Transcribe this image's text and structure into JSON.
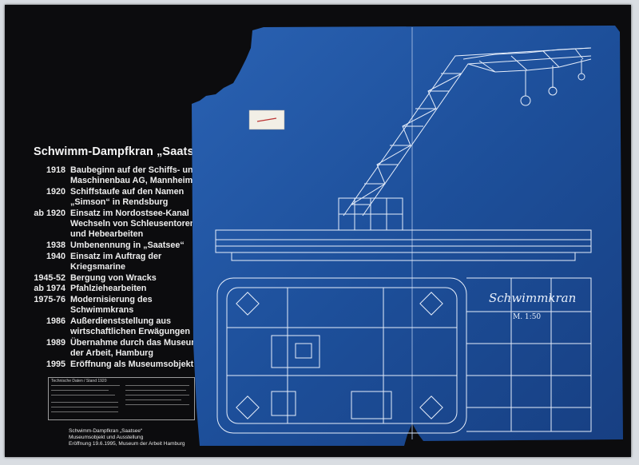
{
  "poster": {
    "title": "Schwimm-Dampfkran „Saatsee“",
    "timeline": [
      {
        "year": "1918",
        "text": "Baubeginn auf der Schiffs- und Maschinenbau AG, Mannheim"
      },
      {
        "year": "1920",
        "text": "Schiffstaufe auf den Namen „Simson“ in Rendsburg"
      },
      {
        "year": "ab 1920",
        "text": "Einsatz im Nordostsee-Kanal Wechseln von Schleusentoren und Hebearbeiten"
      },
      {
        "year": "1938",
        "text": "Umbenennung in „Saatsee“"
      },
      {
        "year": "1940",
        "text": "Einsatz im Auftrag der Kriegsmarine"
      },
      {
        "year": "1945-52",
        "text": "Bergung von Wracks"
      },
      {
        "year": "ab 1974",
        "text": "Pfahlziehearbeiten"
      },
      {
        "year": "1975-76",
        "text": "Modernisierung des Schwimmkrans"
      },
      {
        "year": "1986",
        "text": "Außerdienststellung aus wirtschaftlichen Erwägungen"
      },
      {
        "year": "1989",
        "text": "Übernahme durch das Museum der Arbeit, Hamburg"
      },
      {
        "year": "1995",
        "text": "Eröffnung als Museumsobjekt"
      }
    ],
    "tech_box_title": "Technische Daten / Stand 1920",
    "footer_lines": [
      "Schwimm-Dampfkran „Saatsee“",
      "Museumsobjekt und Ausstellung",
      "Eröffnung 19.6.1995, Museum der Arbeit Hamburg"
    ]
  },
  "blueprint": {
    "drawing_title": "Schwimmkran",
    "scale": "M. 1:50"
  },
  "colors": {
    "poster_black": "#0c0c0e",
    "blueprint_blue": "#1d4f9a",
    "line_white": "#e6eefb"
  }
}
